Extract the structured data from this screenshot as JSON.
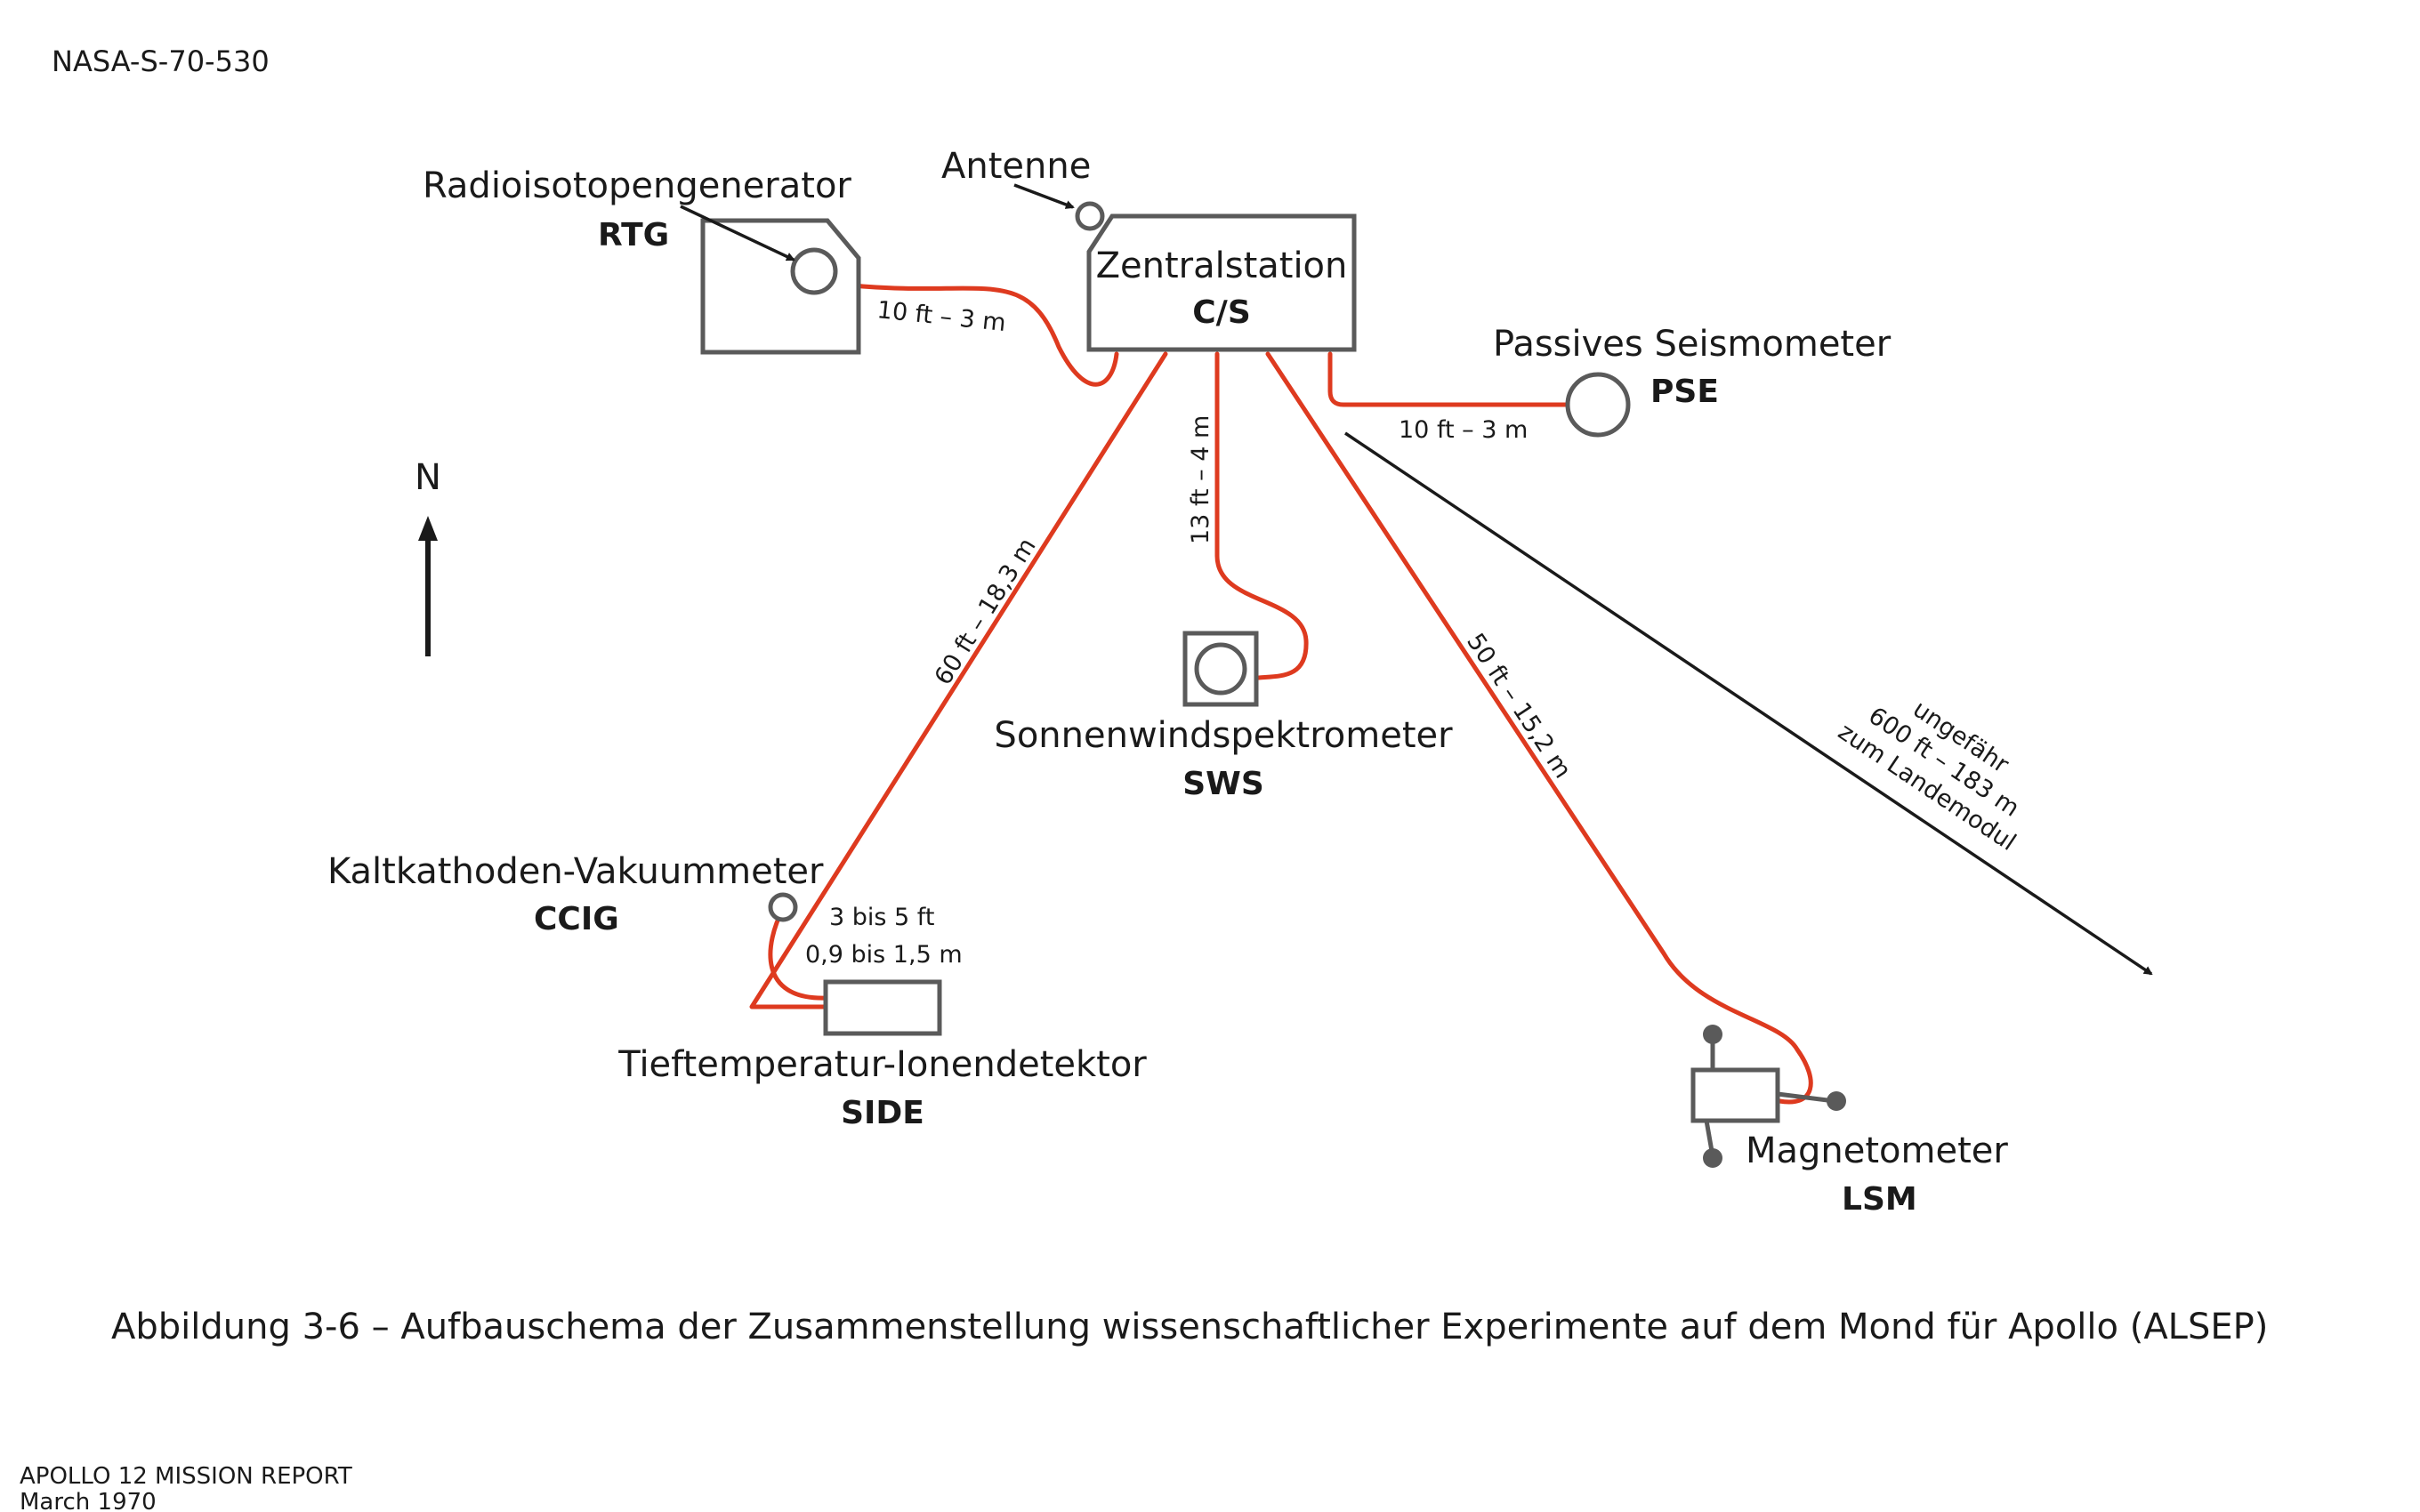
{
  "doc_id": "NASA-S-70-530",
  "components": {
    "rtg": {
      "name": "Radioisotopengenerator",
      "abbr": "RTG"
    },
    "antenna": {
      "name": "Antenne"
    },
    "central_station": {
      "name": "Zentralstation",
      "abbr": "C/S"
    },
    "pse": {
      "name": "Passives Seismometer",
      "abbr": "PSE"
    },
    "sws": {
      "name": "Sonnenwindspektrometer",
      "abbr": "SWS"
    },
    "ccig": {
      "name": "Kaltkathoden-Vakuummeter",
      "abbr": "CCIG"
    },
    "side": {
      "name": "Tieftemperatur-Ionendetektor",
      "abbr": "SIDE"
    },
    "lsm": {
      "name": "Magnetometer",
      "abbr": "LSM"
    }
  },
  "cables": {
    "rtg_cs": "10 ft – 3 m",
    "cs_pse": "10 ft – 3 m",
    "cs_sws": "13 ft – 4 m",
    "cs_side": "60 ft – 18,3 m",
    "cs_lsm": "50 ft – 15,2 m",
    "ccig_side_line1": "3 bis 5 ft",
    "ccig_side_line2": "0,9  bis 1,5 m"
  },
  "lm_direction": {
    "line1": "ungefähr",
    "line2": "600 ft – 183 m",
    "line3": "zum Landemodul"
  },
  "north_label": "N",
  "colors": {
    "cable": "#de3a1f",
    "equipment": "#5a5a5a",
    "ink": "#1a1a1a"
  },
  "caption": "Abbildung 3-6 – Aufbauschema der Zusammenstellung wissenschaftlicher Experimente auf dem Mond für Apollo (ALSEP)",
  "footer": {
    "title": "APOLLO 12 MISSION REPORT",
    "date": "March 1970"
  }
}
